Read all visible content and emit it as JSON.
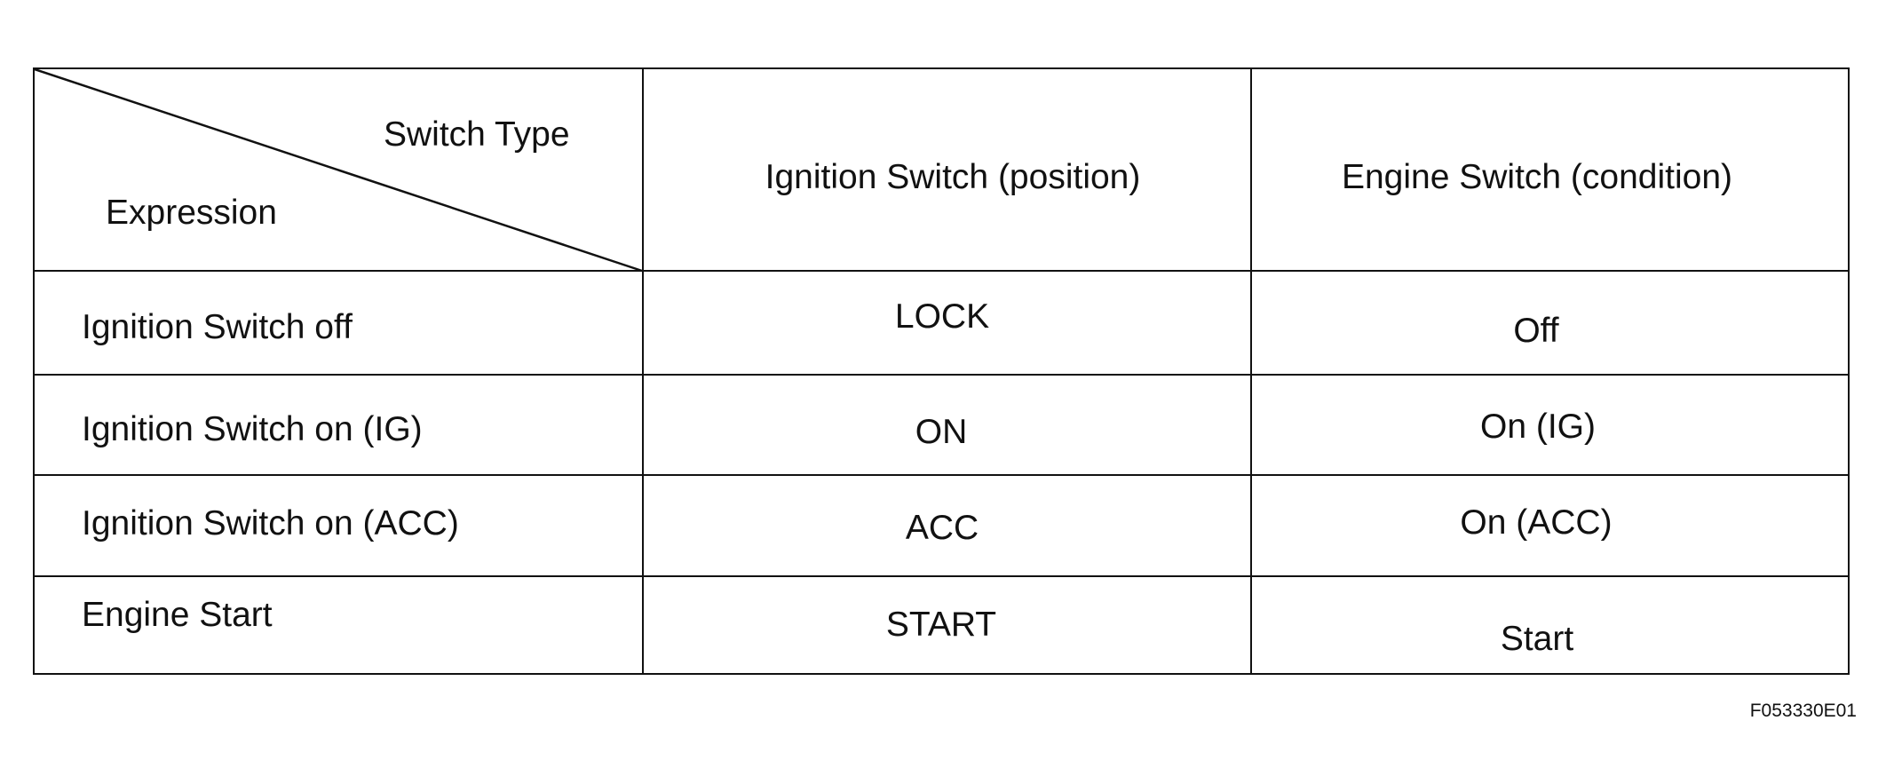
{
  "table": {
    "header": {
      "corner_top": "Switch Type",
      "corner_bottom": "Expression",
      "col1": "Ignition Switch (position)",
      "col2": "Engine Switch (condition)"
    },
    "rows": [
      {
        "expression": "Ignition Switch off",
        "position": "LOCK",
        "condition": "Off"
      },
      {
        "expression": "Ignition Switch on (IG)",
        "position": "ON",
        "condition": "On (IG)"
      },
      {
        "expression": "Ignition Switch on (ACC)",
        "position": "ACC",
        "condition": "On (ACC)"
      },
      {
        "expression": "Engine Start",
        "position": "START",
        "condition": "Start"
      }
    ]
  },
  "figure_code": "F053330E01"
}
